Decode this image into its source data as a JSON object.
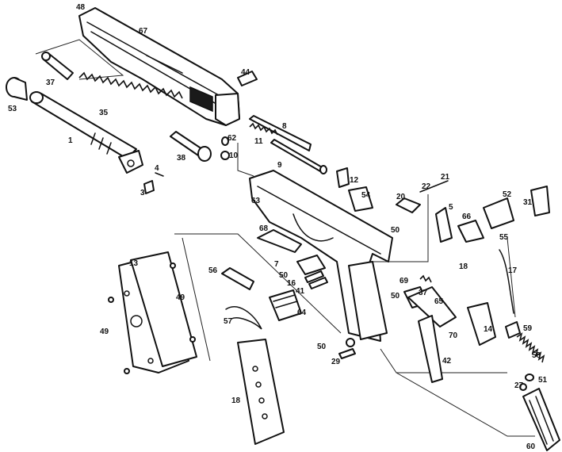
{
  "diagram": {
    "callouts": {
      "p1": "1",
      "p3": "3",
      "p4": "4",
      "p5": "5",
      "p7": "7",
      "p8": "8",
      "p9": "9",
      "p10": "10",
      "p11": "11",
      "p12": "12",
      "p13": "13",
      "p14": "14",
      "p16": "16",
      "p17": "17",
      "p18": "18",
      "p18b": "18",
      "p20": "20",
      "p21": "21",
      "p22": "22",
      "p27": "27",
      "p29": "29",
      "p31": "31",
      "p35": "35",
      "p37a": "37",
      "p37b": "37",
      "p38": "38",
      "p41": "41",
      "p42": "42",
      "p44": "44",
      "p48": "48",
      "p49a": "49",
      "p49b": "49",
      "p50a": "50",
      "p50b": "50",
      "p50c": "50",
      "p50d": "50",
      "p51": "51",
      "p52": "52",
      "p53": "53",
      "p54": "54",
      "p55": "55",
      "p56": "56",
      "p57": "57",
      "p58": "58",
      "p59": "59",
      "p60": "60",
      "p62": "62",
      "p63": "63",
      "p64": "64",
      "p65": "65",
      "p66": "66",
      "p67": "67",
      "p68": "68",
      "p69": "69",
      "p70": "70"
    }
  }
}
